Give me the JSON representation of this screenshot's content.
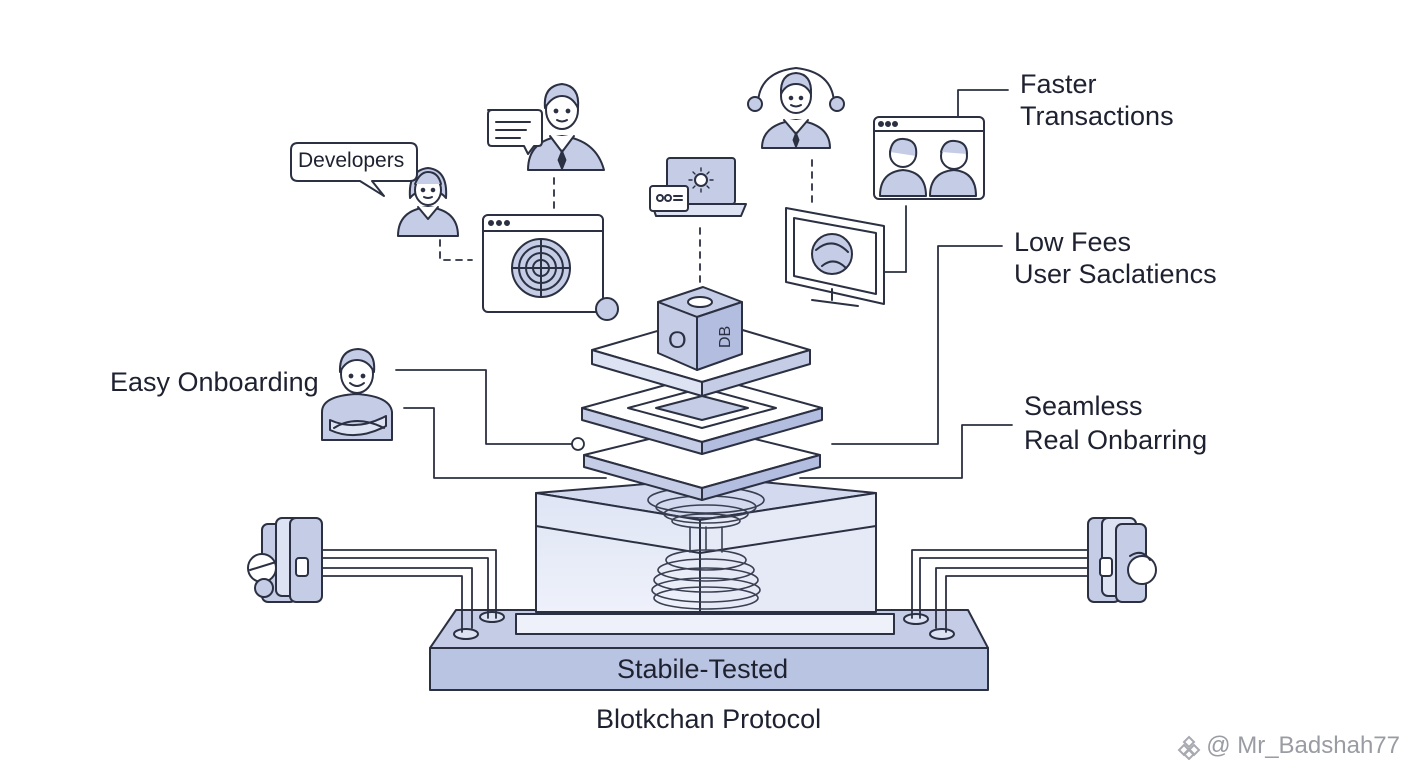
{
  "labels": {
    "developers": "Developers",
    "faster_line1": "Faster",
    "faster_line2": "Transactions",
    "low_fees_line1": "Low Fees",
    "low_fees_line2": "User Saclatiencs",
    "easy_onboarding": "Easy Onboarding",
    "seamless_line1": "Seamless",
    "seamless_line2": "Real Onbarring"
  },
  "cube_glyphs": {
    "front": "O",
    "side": "DB"
  },
  "platform": {
    "base_label": "Stabile-Tested",
    "caption": "Blotkchan Protocol"
  },
  "watermark": "@ Mr_Badshah77",
  "colors": {
    "stroke": "#2b3042",
    "fill_blue": "#c5cde6",
    "fill_blue_light": "#dde3f3",
    "fill_white": "#ffffff",
    "text": "#1e2130"
  }
}
